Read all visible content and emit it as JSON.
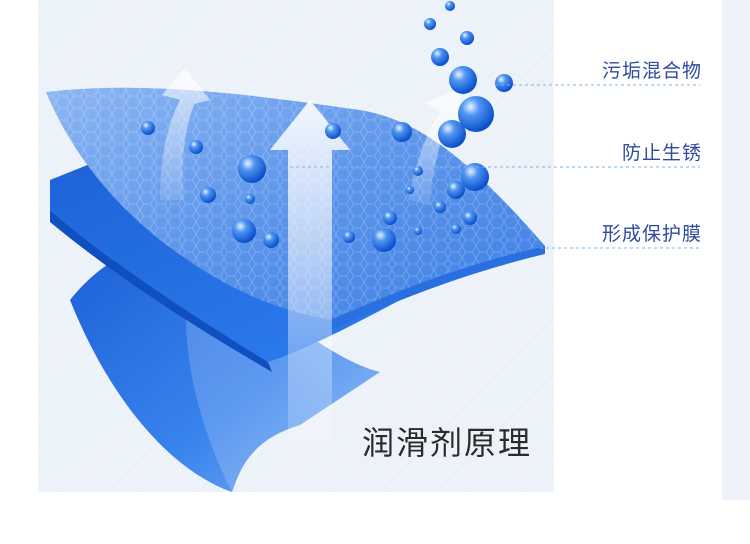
{
  "diagram": {
    "title": "润滑剂原理",
    "labels": [
      "污垢混合物",
      "防止生锈",
      "形成保护膜"
    ]
  },
  "colors": {
    "layer_top": "#5b93ea",
    "layer_middle": "#1a66e0",
    "layer_bottom": "#2a6fe6",
    "bubble": "#2f7be8",
    "label_text": "#2f4a9e",
    "leader_line": "#7ab4e8"
  },
  "icons": [
    "water-bubble-icon",
    "up-arrow-icon"
  ]
}
